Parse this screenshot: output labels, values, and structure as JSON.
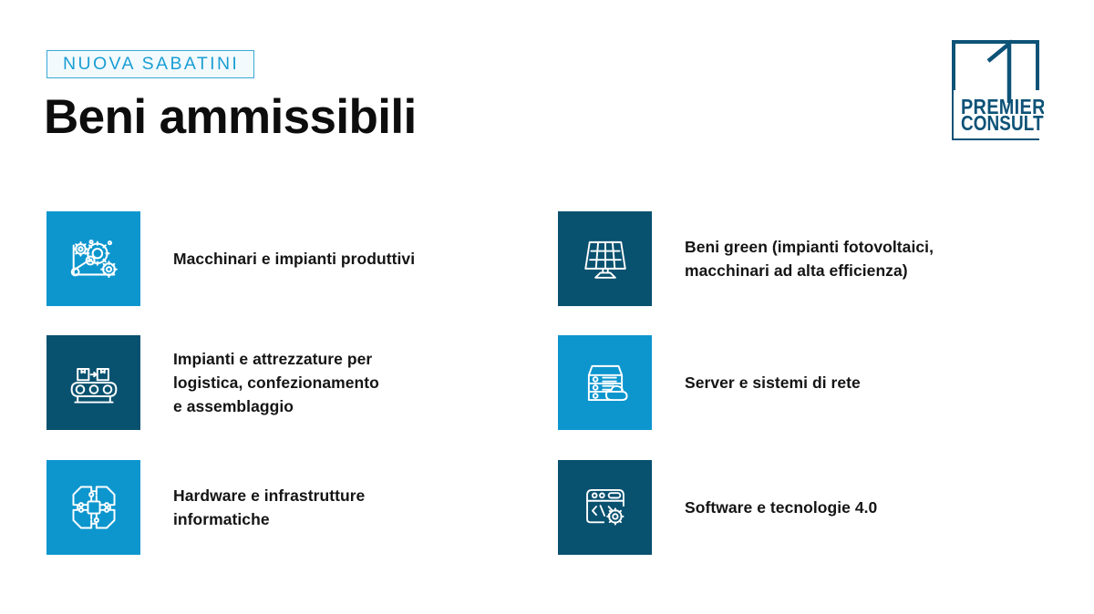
{
  "header": {
    "eyebrow": "NUOVA SABATINI",
    "title": "Beni ammissibili"
  },
  "logo": {
    "name": "premier-consulting-logo",
    "line1": "PREMIER",
    "line2": "CONSULTING",
    "color": "#0d5277"
  },
  "colors": {
    "bright_blue": "#0d96ce",
    "dark_blue": "#08516f",
    "eyebrow_text": "#1b9ed4",
    "eyebrow_fill": "#f2fafd",
    "title_text": "#0d0d0d",
    "label_text": "#141414"
  },
  "items": [
    {
      "icon": "gears-icon",
      "tile_color": "bright",
      "lines": [
        "Macchinari e impianti produttivi"
      ]
    },
    {
      "icon": "solar-panel-icon",
      "tile_color": "dark",
      "lines": [
        "Beni green (impianti fotovoltaici,",
        "macchinari ad alta efficienza)"
      ]
    },
    {
      "icon": "conveyor-belt-icon",
      "tile_color": "dark",
      "lines": [
        "Impianti e attrezzature per",
        "logistica, confezionamento",
        "e assemblaggio"
      ]
    },
    {
      "icon": "server-cloud-icon",
      "tile_color": "bright",
      "lines": [
        "Server e sistemi di rete"
      ]
    },
    {
      "icon": "circuit-chip-icon",
      "tile_color": "bright",
      "lines": [
        "Hardware e infrastrutture",
        "informatiche"
      ]
    },
    {
      "icon": "code-window-gear-icon",
      "tile_color": "dark",
      "lines": [
        "Software e tecnologie 4.0"
      ]
    }
  ]
}
